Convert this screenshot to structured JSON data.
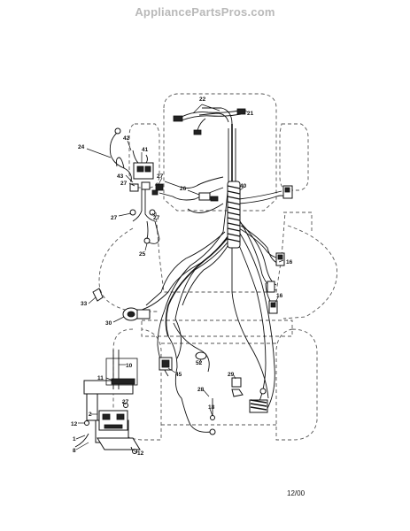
{
  "watermark": "AppliancePartsPros.com",
  "date_code": "12/00",
  "callouts": [
    {
      "id": "22",
      "label": "22"
    },
    {
      "id": "21",
      "label": "21"
    },
    {
      "id": "24",
      "label": "24"
    },
    {
      "id": "42",
      "label": "42"
    },
    {
      "id": "41",
      "label": "41"
    },
    {
      "id": "43",
      "label": "43"
    },
    {
      "id": "27a",
      "label": "27"
    },
    {
      "id": "27b",
      "label": "27"
    },
    {
      "id": "27c",
      "label": "27"
    },
    {
      "id": "27d",
      "label": "27"
    },
    {
      "id": "26",
      "label": "26"
    },
    {
      "id": "40",
      "label": "40"
    },
    {
      "id": "25",
      "label": "25"
    },
    {
      "id": "16a",
      "label": "16"
    },
    {
      "id": "16b",
      "label": "16"
    },
    {
      "id": "33",
      "label": "33"
    },
    {
      "id": "30",
      "label": "30"
    },
    {
      "id": "10",
      "label": "10"
    },
    {
      "id": "11",
      "label": "11"
    },
    {
      "id": "45",
      "label": "45"
    },
    {
      "id": "52",
      "label": "52"
    },
    {
      "id": "29",
      "label": "29"
    },
    {
      "id": "28",
      "label": "28"
    },
    {
      "id": "18",
      "label": "18"
    },
    {
      "id": "27e",
      "label": "27"
    },
    {
      "id": "2",
      "label": "2"
    },
    {
      "id": "12a",
      "label": "12"
    },
    {
      "id": "1",
      "label": "1"
    },
    {
      "id": "8",
      "label": "8"
    },
    {
      "id": "12b",
      "label": "12"
    }
  ]
}
